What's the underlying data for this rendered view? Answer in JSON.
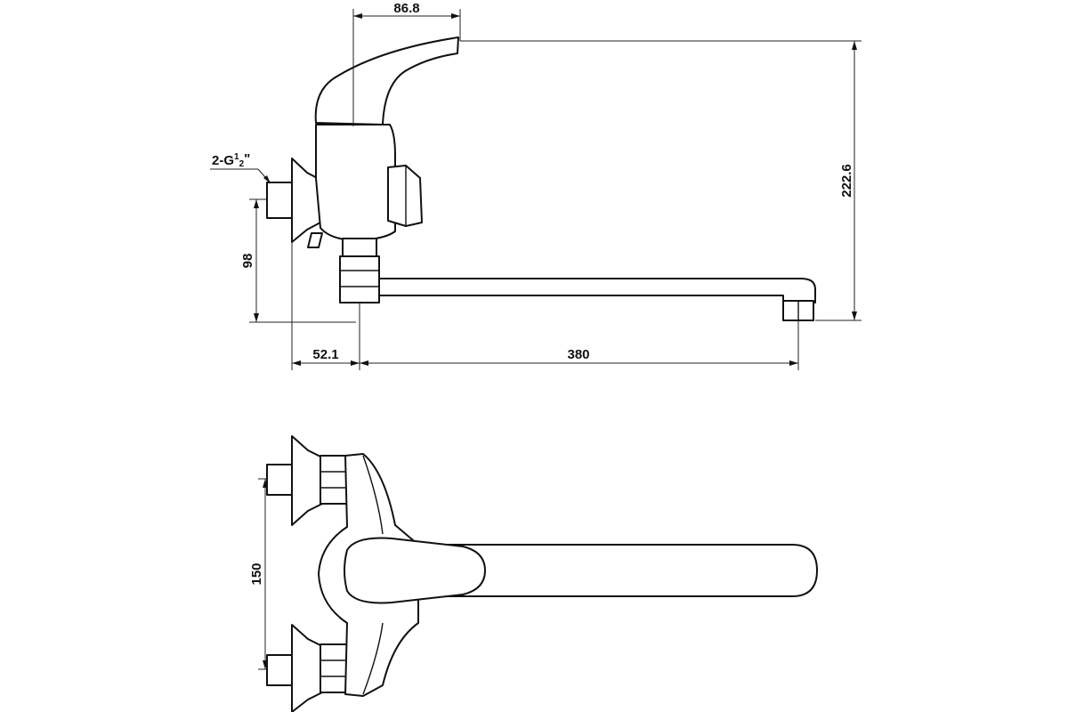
{
  "drawing": {
    "colors": {
      "line": "#111111",
      "background": "#ffffff"
    },
    "dimensions": {
      "spout_width": "86.8",
      "total_height": "222.6",
      "inlet_height": "98",
      "wall_offset": "52.1",
      "spout_length": "380",
      "inlet_spacing": "150"
    },
    "thread_label": {
      "prefix": "2-G",
      "numerator": "1",
      "denominator": "2",
      "suffix": "\""
    }
  }
}
